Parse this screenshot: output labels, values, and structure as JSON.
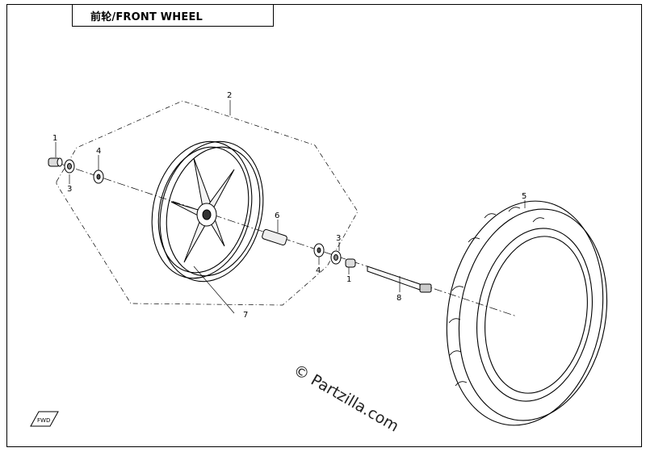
{
  "title": "前轮/FRONT WHEEL",
  "watermark": "© Partzilla.com",
  "fwd_label": "FWD",
  "callouts": [
    "1",
    "3",
    "4",
    "2",
    "6",
    "3",
    "4",
    "1",
    "8",
    "7",
    "5"
  ]
}
